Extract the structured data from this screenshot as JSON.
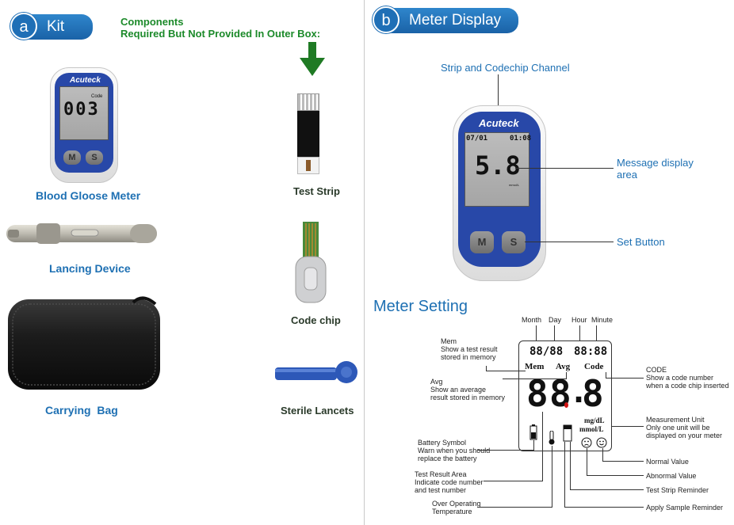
{
  "kit": {
    "badge_letter": "a",
    "title": "Kit",
    "components_line1": "Components",
    "components_line2": "Required But Not Provided In Outer Box:",
    "meter_brand": "Acuteck",
    "meter_code_label": "Code",
    "meter_digits": "003",
    "meter_btn_m": "M",
    "meter_btn_s": "S",
    "items": {
      "meter": "Blood Gloose Meter",
      "lancing": "Lancing Device",
      "bag": "Carrying  Bag",
      "strip": "Test Strip",
      "codechip": "Code chip",
      "lancets": "Sterile Lancets"
    }
  },
  "display": {
    "badge_letter": "b",
    "title": "Meter Display",
    "brand": "Acuteck",
    "date": "07/01",
    "time": "01:08",
    "reading": "5.8",
    "unit": "mmol/L",
    "btn_m": "M",
    "btn_s": "S",
    "labels": {
      "channel": "Strip and Codechip Channel",
      "message_line1": "Message display",
      "message_line2": "area",
      "set_button": "Set Button"
    }
  },
  "setting": {
    "title": "Meter Setting",
    "top_labels": {
      "month": "Month",
      "day": "Day",
      "hour": "Hour",
      "minute": "Minute"
    },
    "lcd": {
      "date": "88/88",
      "time": "88:88",
      "mem": "Mem",
      "avg": "Avg",
      "code": "Code",
      "big1": "8",
      "big2": "8",
      "big3": "8",
      "dot": ".",
      "unit_mg": "mg/dL",
      "unit_mmol": "mmol/L"
    },
    "annotations": {
      "mem": [
        "Mem",
        "Show a test result",
        "stored in memory"
      ],
      "avg": [
        "Avg",
        "Show an average",
        "result stored in memory"
      ],
      "battery": [
        "Battery Symbol",
        "Warn when you should",
        "replace the battery"
      ],
      "test_result": [
        "Test Result Area",
        "Indicate code number",
        "and test number"
      ],
      "temperature": [
        "Over Operating",
        "Temperature"
      ],
      "code": [
        "CODE",
        "Show a code number",
        "when a code chip inserted"
      ],
      "unit": [
        "Measurement Unit",
        "Only one unit will be",
        "displayed on your meter"
      ],
      "normal": "Normal Value",
      "abnormal": "Abnormal Value",
      "strip_reminder": "Test Strip Reminder",
      "sample_reminder": "Apply Sample Reminder"
    }
  },
  "colors": {
    "accent_blue": "#1e70b3",
    "meter_blue": "#2848a8",
    "green": "#1c8a2a"
  }
}
